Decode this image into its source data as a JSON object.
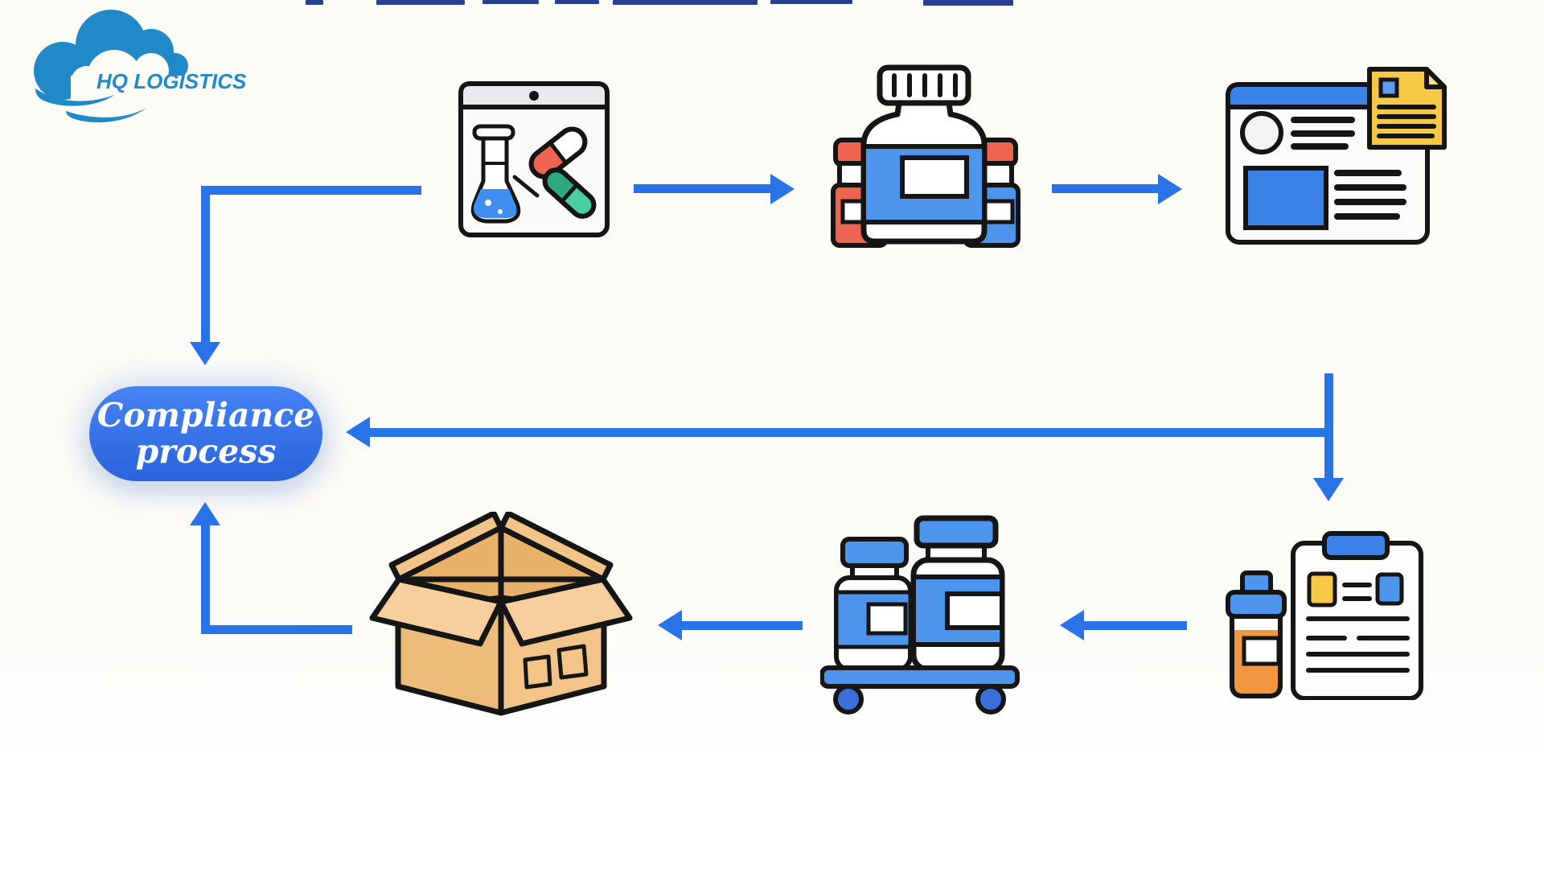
{
  "logo": {
    "name": "HQ LOGISTICS"
  },
  "node": {
    "label_line1": "Compliance",
    "label_line2": "process"
  },
  "flow": {
    "steps": [
      "lab-sample",
      "pill-bottles",
      "report-document",
      "clipboard-with-bottle",
      "bottles-cart",
      "shipping-box"
    ],
    "center_node": "Compliance process",
    "connections": [
      {
        "from": "lab-sample",
        "to": "pill-bottles",
        "direction": "right"
      },
      {
        "from": "pill-bottles",
        "to": "report-document",
        "direction": "right"
      },
      {
        "from": "report-document",
        "to": "clipboard-with-bottle",
        "direction": "down"
      },
      {
        "from": "report-document",
        "to": "compliance-process",
        "direction": "left"
      },
      {
        "from": "clipboard-with-bottle",
        "to": "bottles-cart",
        "direction": "left"
      },
      {
        "from": "bottles-cart",
        "to": "shipping-box",
        "direction": "left"
      },
      {
        "from": "shipping-box",
        "to": "compliance-process",
        "direction": "up"
      },
      {
        "from": "lab-sample",
        "to": "compliance-process",
        "direction": "down"
      }
    ]
  },
  "colors": {
    "arrow": "#2973E8",
    "logo": "#2189C8",
    "blue": "#4D94EC",
    "blue_dark": "#3B82E8",
    "red": "#EE6450",
    "green_dark": "#2EA87D",
    "green_light": "#49CFA2",
    "yellow": "#F6C845",
    "yellow_light": "#FBE08E",
    "orange": "#F0973F",
    "tan": "#F2C487",
    "tan_light": "#F6CF9C",
    "tan_dark": "#E8B26A",
    "tan_front": "#EEBC7A",
    "ink": "#151515",
    "node_top": "#4584F4",
    "node_bottom": "#2A63DC",
    "liquid": "#3E8FEF"
  }
}
